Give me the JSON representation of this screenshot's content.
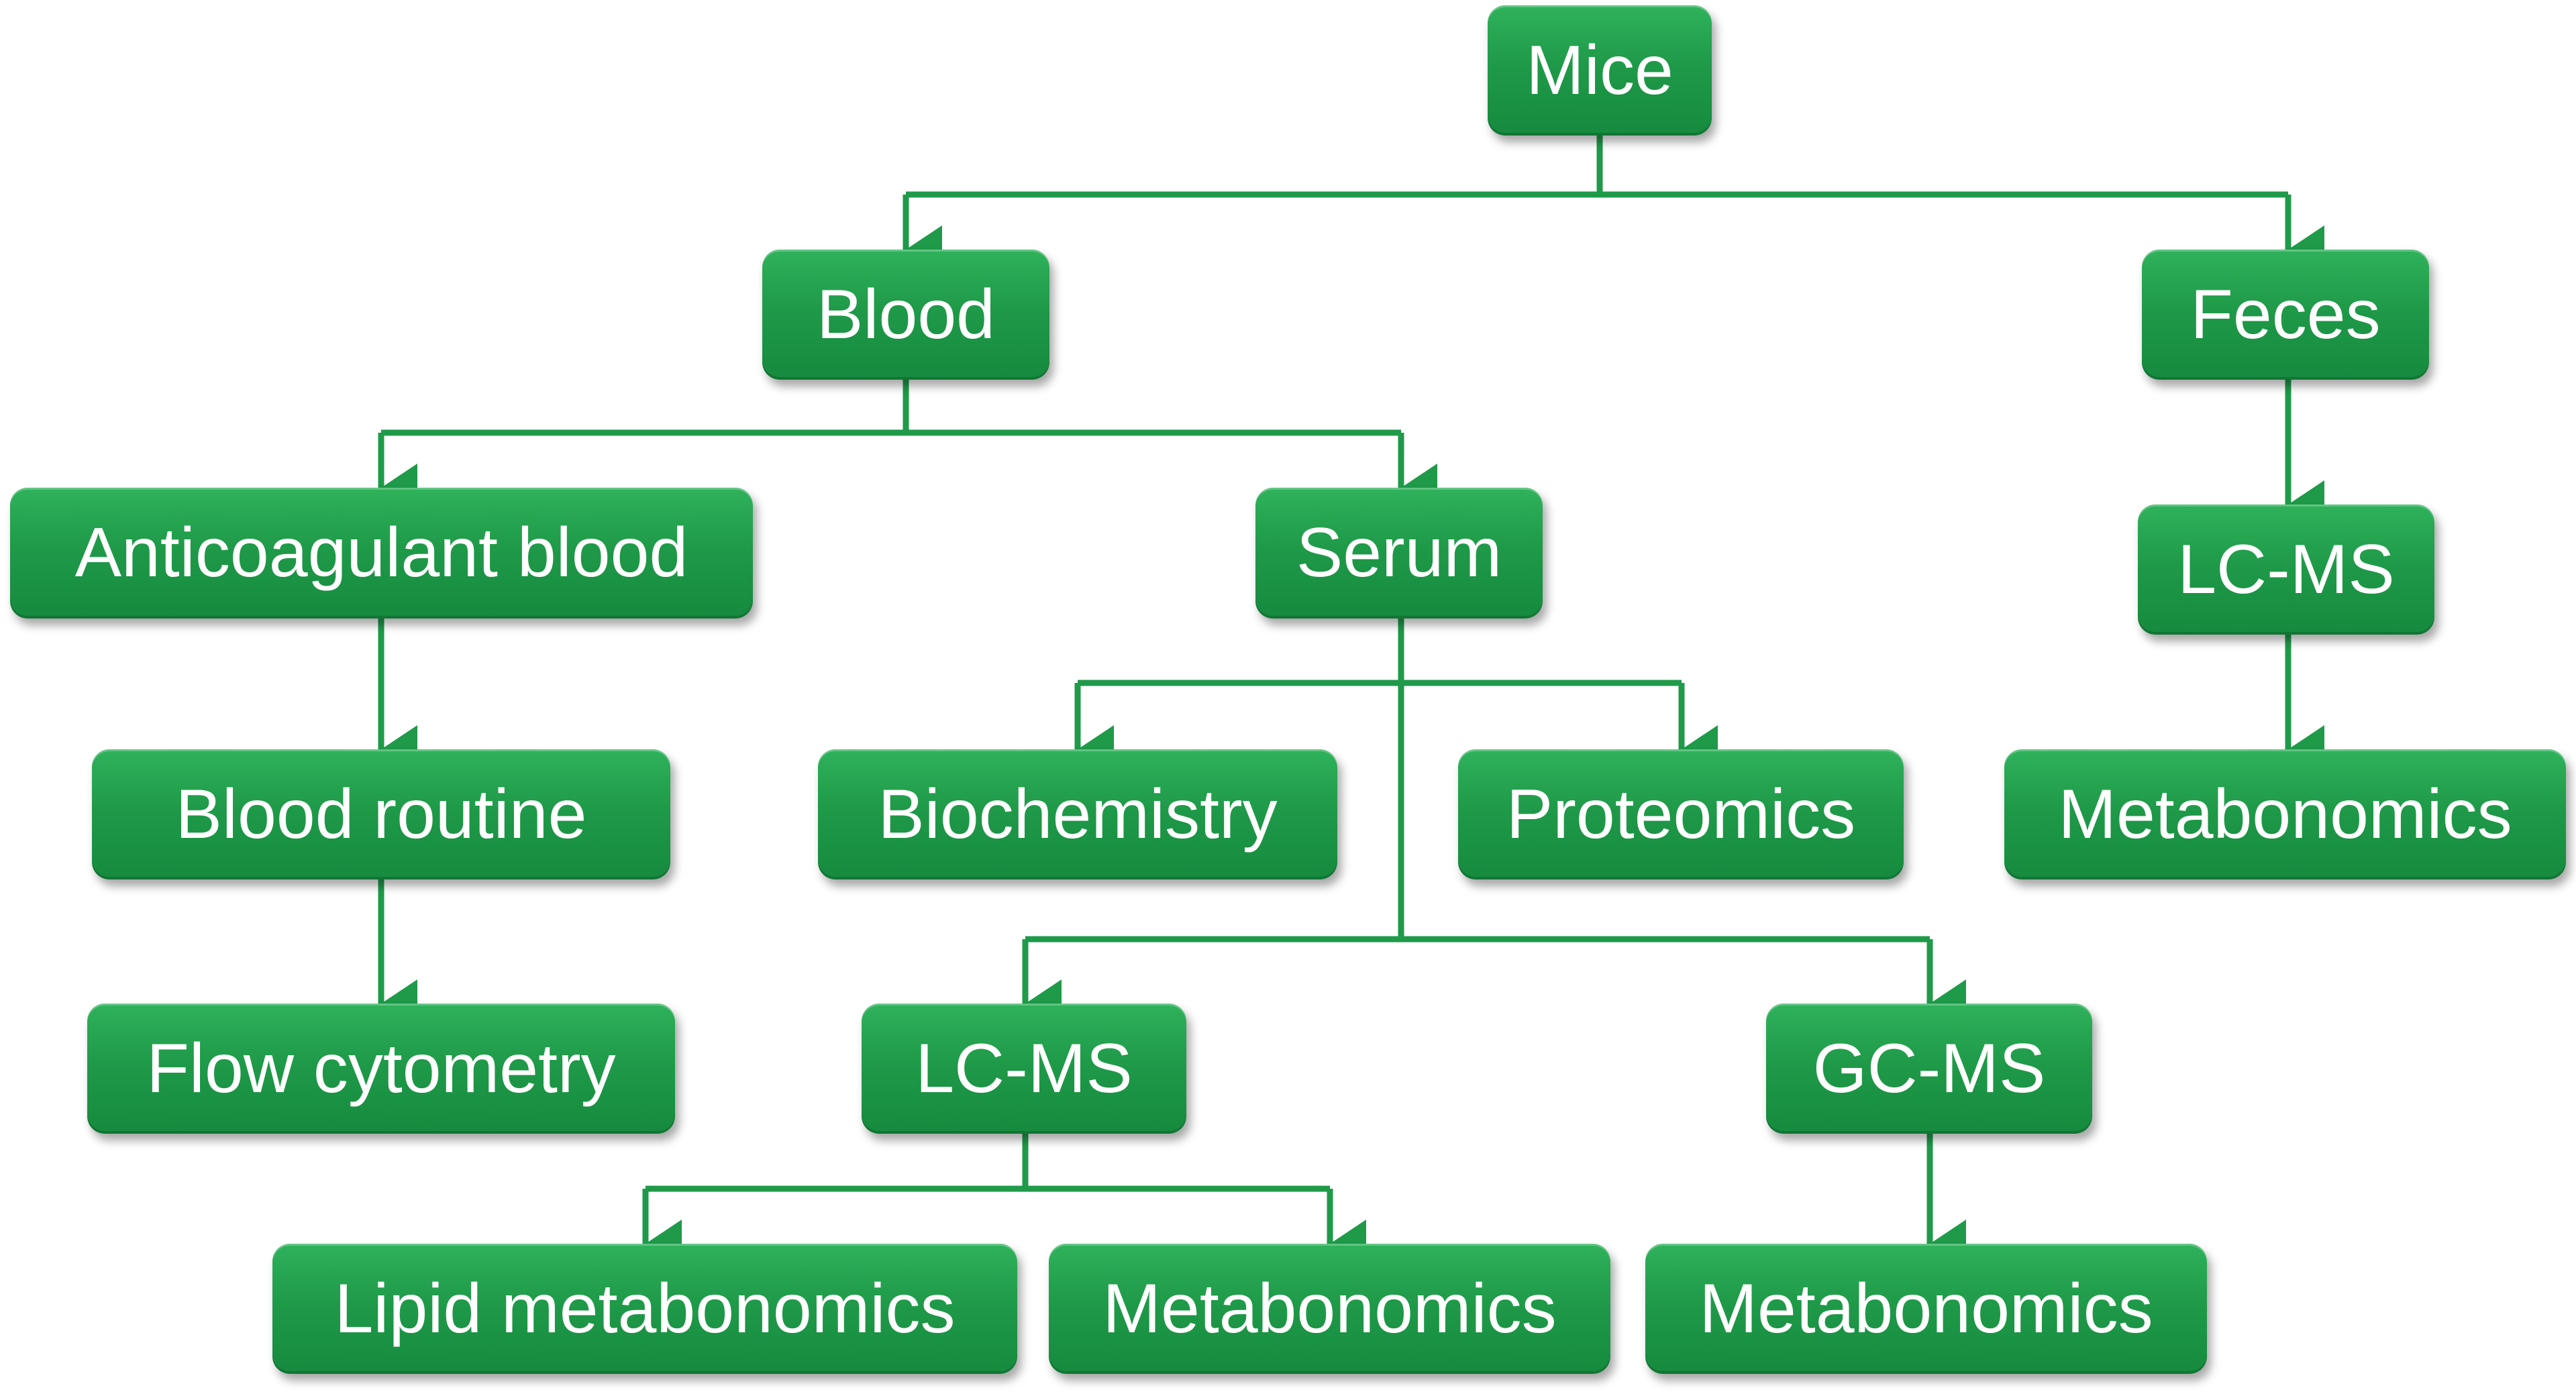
{
  "diagram": {
    "nodes": {
      "mice": "Mice",
      "blood": "Blood",
      "feces": "Feces",
      "anticoagulant_blood": "Anticoagulant blood",
      "serum": "Serum",
      "feces_lcms": "LC-MS",
      "blood_routine": "Blood routine",
      "biochemistry": "Biochemistry",
      "proteomics": "Proteomics",
      "feces_metabonomics": "Metabonomics",
      "flow_cytometry": "Flow cytometry",
      "serum_lcms": "LC-MS",
      "serum_gcms": "GC-MS",
      "lipid_metabonomics": "Lipid metabonomics",
      "lcms_metabonomics": "Metabonomics",
      "gcms_metabonomics": "Metabonomics"
    },
    "edges": [
      [
        "mice",
        "blood"
      ],
      [
        "mice",
        "feces"
      ],
      [
        "blood",
        "anticoagulant_blood"
      ],
      [
        "blood",
        "serum"
      ],
      [
        "feces",
        "feces_lcms"
      ],
      [
        "feces_lcms",
        "feces_metabonomics"
      ],
      [
        "anticoagulant_blood",
        "blood_routine"
      ],
      [
        "blood_routine",
        "flow_cytometry"
      ],
      [
        "serum",
        "biochemistry"
      ],
      [
        "serum",
        "proteomics"
      ],
      [
        "serum",
        "serum_lcms"
      ],
      [
        "serum",
        "serum_gcms"
      ],
      [
        "serum_lcms",
        "lipid_metabonomics"
      ],
      [
        "serum_lcms",
        "lcms_metabonomics"
      ],
      [
        "serum_gcms",
        "gcms_metabonomics"
      ]
    ],
    "colors": {
      "node_fill": "#1f9a49",
      "node_text": "#ffffff",
      "connector": "#1f9a49"
    }
  }
}
